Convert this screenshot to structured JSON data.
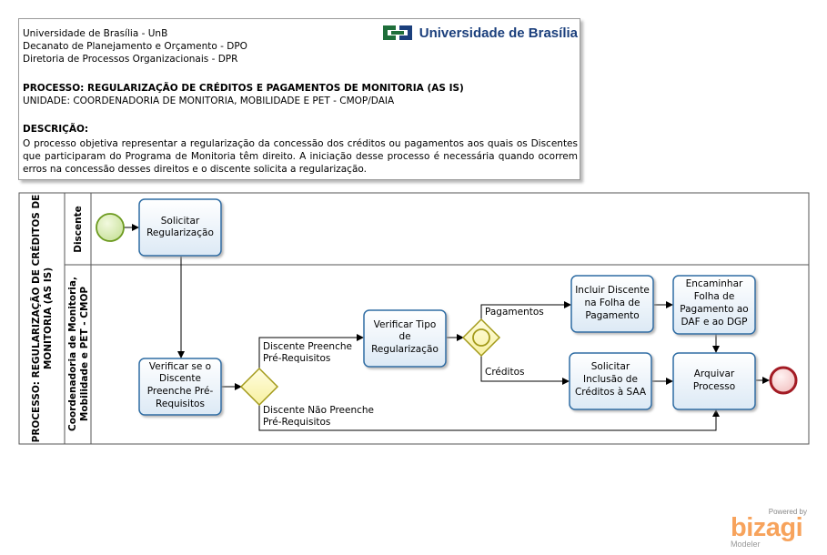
{
  "header": {
    "org_line1": "Universidade de Brasília - UnB",
    "org_line2": "Decanato de Planejamento e Orçamento - DPO",
    "org_line3": "Diretoria de Processos Organizacionais - DPR",
    "process_line": "PROCESSO: REGULARIZAÇÃO DE CRÉDITOS E PAGAMENTOS DE MONITORIA (AS IS)",
    "unit_line": "UNIDADE: COORDENADORIA DE MONITORIA, MOBILIDADE E PET - CMOP/DAIA",
    "description_title": "DESCRIÇÃO:",
    "description_text": "O processo objetiva representar a regularização da concessão dos créditos ou pagamentos aos quais os Discentes que participaram do Programa de Monitoria têm direito. A iniciação desse processo é necessária quando ocorrem erros na concessão desses direitos e o discente solicita a regularização.",
    "logo_text": "Universidade de Brasília"
  },
  "pool": {
    "label_line1": "PROCESSO: REGULARIZAÇÃO DE CRÉDITOS DE",
    "label_line2": "MONITORIA (AS IS)"
  },
  "lanes": {
    "discente": "Discente",
    "coord_line1": "Coordenadoria de Monitoria,",
    "coord_line2": "Mobilidade e PET - CMOP"
  },
  "tasks": {
    "solicitar_l1": "Solicitar",
    "solicitar_l2": "Regularização",
    "verificar_se_l1": "Verificar se o",
    "verificar_se_l2": "Discente",
    "verificar_se_l3": "Preenche  Pré-",
    "verificar_se_l4": "Requisitos",
    "verificar_tipo_l1": "Verificar  Tipo",
    "verificar_tipo_l2": "de",
    "verificar_tipo_l3": "Regularização",
    "incluir_l1": "Incluir Discente",
    "incluir_l2": "na Folha de",
    "incluir_l3": "Pagamento",
    "encaminhar_l1": "Encaminhar",
    "encaminhar_l2": "Folha de",
    "encaminhar_l3": "Pagamento ao",
    "encaminhar_l4": "DAF e ao DGP",
    "solicitar_inclusao_l1": "Solicitar",
    "solicitar_inclusao_l2": "Inclusão de",
    "solicitar_inclusao_l3": "Créditos à SAA",
    "arquivar_l1": "Arquivar",
    "arquivar_l2": "Processo"
  },
  "flows": {
    "preenche_l1": "Discente Preenche",
    "preenche_l2": "Pré-Requisitos",
    "nao_preenche_l1": "Discente Não Preenche",
    "nao_preenche_l2": "Pré-Requisitos",
    "pagamentos": "Pagamentos",
    "creditos": "Créditos"
  },
  "branding": {
    "powered": "Powered by",
    "bizagi": "bizagi",
    "modeler": "Modeler"
  },
  "colors": {
    "task_border": "#2e6da4",
    "task_fill_top": "#ffffff",
    "task_fill_bottom": "#dce9f5",
    "start_fill": "#c9e29c",
    "start_stroke": "#6c9a1f",
    "end_fill": "#f5c8c8",
    "end_stroke": "#a31b24",
    "gateway_fill": "#fbf6b8",
    "gateway_stroke": "#a39a1a",
    "logo_green": "#1f6e3a",
    "logo_blue": "#1b3f7c",
    "bizagi_orange": "#f7a35c"
  },
  "icons": [
    "unb-logo-icon",
    "start-event-icon",
    "end-event-icon",
    "exclusive-gateway-icon",
    "event-based-gateway-icon"
  ]
}
